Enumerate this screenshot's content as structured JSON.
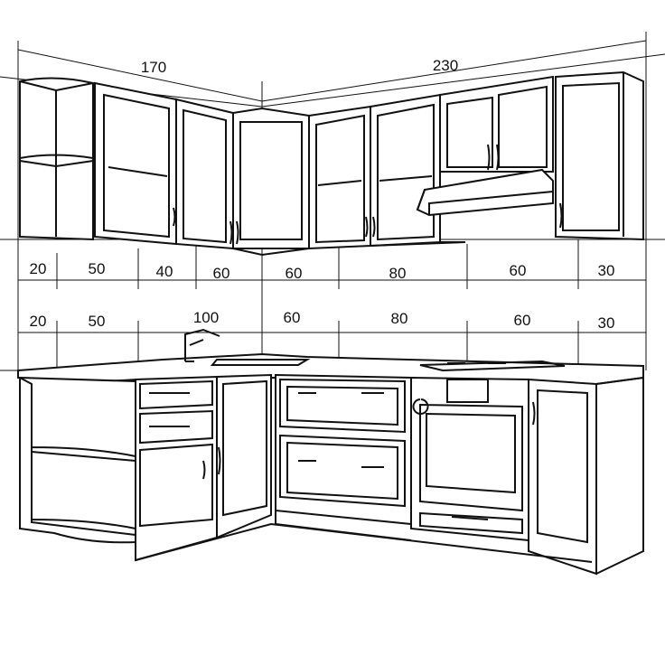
{
  "top_dimensions": {
    "left_wall": "170",
    "right_wall": "230"
  },
  "upper_row_dimensions": [
    "20",
    "50",
    "40",
    "60",
    "60",
    "80",
    "60",
    "30"
  ],
  "lower_row_dimensions": [
    "20",
    "50",
    "100",
    "60",
    "80",
    "60",
    "30"
  ],
  "line_color": "#111111"
}
